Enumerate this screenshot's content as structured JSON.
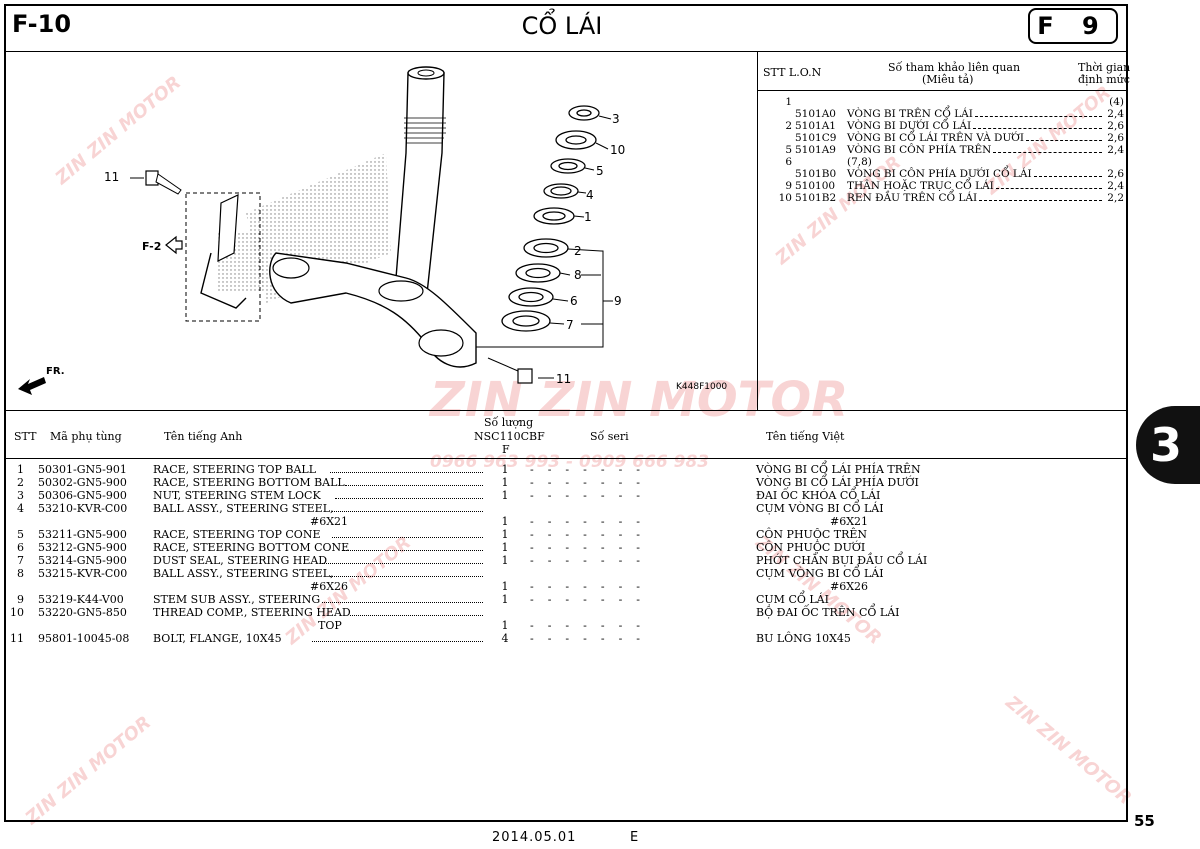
{
  "header": {
    "code_left": "F-10",
    "title": "CỔ LÁI",
    "code_right": "F 9"
  },
  "diagram": {
    "labels": [
      "11",
      "3",
      "10",
      "5",
      "4",
      "1",
      "2",
      "8",
      "6",
      "9",
      "7",
      "11"
    ],
    "ref_arrow": "F-2",
    "front_arrow": "FR.",
    "drawing_code": "K448F1000"
  },
  "reference": {
    "headers": {
      "stt_lon": "STT  L.O.N",
      "related": "Số tham khảo liên quan",
      "related_sub": "(Miêu tả)",
      "time": "Thời gian",
      "time_sub": "định mức"
    },
    "rows": [
      {
        "stt": "1",
        "lon": "",
        "desc": "",
        "time": "(4)"
      },
      {
        "stt": "",
        "lon": "5101A0",
        "desc": "VÒNG BI TRÊN CỔ LÁI",
        "time": "2,4"
      },
      {
        "stt": "2",
        "lon": "5101A1",
        "desc": "VÒNG BI DƯỚI CỔ LÁI",
        "time": "2,6"
      },
      {
        "stt": "",
        "lon": "5101C9",
        "desc": "VÒNG BI CỔ LÁI TRÊN VÀ DƯỚI",
        "time": "2,6"
      },
      {
        "stt": "5",
        "lon": "5101A9",
        "desc": "VÒNG BI CÔN PHÍA TRÊN",
        "time": "2,4"
      },
      {
        "stt": "6",
        "lon": "",
        "desc": "(7,8)",
        "time": ""
      },
      {
        "stt": "",
        "lon": "5101B0",
        "desc": "VÒNG BI CÔN PHÍA DƯỚI CỔ LÁI",
        "time": "2,6"
      },
      {
        "stt": "9",
        "lon": "510100",
        "desc": "THÂN HOẶC TRỤC CỔ LÁI",
        "time": "2,4"
      },
      {
        "stt": "10",
        "lon": "5101B2",
        "desc": "REN ĐẦU TRÊN CỔ LÁI",
        "time": "2,2"
      }
    ]
  },
  "parts_header": {
    "stt": "STT",
    "part_no": "Mã phụ tùng",
    "name_en": "Tên tiếng Anh",
    "qty": "Số lượng",
    "model": "NSC110CBF",
    "type": "F",
    "serial": "Số seri",
    "name_vn": "Tên tiếng Việt"
  },
  "parts": [
    {
      "stt": "1",
      "no": "50301-GN5-901",
      "en": "RACE, STEERING TOP BALL",
      "qty": "1",
      "vn": "VÒNG BI CỔ LÁI PHÍA TRÊN"
    },
    {
      "stt": "2",
      "no": "50302-GN5-900",
      "en": "RACE, STEERING BOTTOM BALL",
      "qty": "1",
      "vn": "VÒNG BI CỔ LÁI PHÍA DƯỚI"
    },
    {
      "stt": "3",
      "no": "50306-GN5-900",
      "en": "NUT, STEERING STEM LOCK",
      "qty": "1",
      "vn": "ĐAI ỐC KHÓA CỔ LÁI"
    },
    {
      "stt": "4",
      "no": "53210-KVR-C00",
      "en": "BALL ASSY., STEERING STEEL,",
      "qty": "",
      "vn": "CỤM VÒNG BI CỔ LÁI"
    },
    {
      "stt": "",
      "no": "",
      "en": "#6X21",
      "qty": "1",
      "vn": "#6X21"
    },
    {
      "stt": "5",
      "no": "53211-GN5-900",
      "en": "RACE, STEERING TOP CONE",
      "qty": "1",
      "vn": "CÔN PHUỘC TRÊN"
    },
    {
      "stt": "6",
      "no": "53212-GN5-900",
      "en": "RACE, STEERING BOTTOM CONE",
      "qty": "1",
      "vn": "CÔN PHUỘC DƯỚI"
    },
    {
      "stt": "7",
      "no": "53214-GN5-900",
      "en": "DUST SEAL, STEERING HEAD",
      "qty": "1",
      "vn": "PHỚT CHẮN BỤI ĐẦU CỔ LÁI"
    },
    {
      "stt": "8",
      "no": "53215-KVR-C00",
      "en": "BALL ASSY., STEERING STEEL,",
      "qty": "",
      "vn": "CỤM VÒNG BI CỔ LÁI"
    },
    {
      "stt": "",
      "no": "",
      "en": "#6X26",
      "qty": "1",
      "vn": "#6X26"
    },
    {
      "stt": "9",
      "no": "53219-K44-V00",
      "en": "STEM SUB ASSY., STEERING",
      "qty": "1",
      "vn": "CỤM CỔ LÁI"
    },
    {
      "stt": "10",
      "no": "53220-GN5-850",
      "en": "THREAD COMP., STEERING HEAD",
      "qty": "",
      "vn": "BỘ ĐAI ỐC TRÊN CỔ LÁI"
    },
    {
      "stt": "",
      "no": "",
      "en": "TOP",
      "qty": "1",
      "vn": ""
    },
    {
      "stt": "11",
      "no": "95801-10045-08",
      "en": "BOLT, FLANGE, 10X45",
      "qty": "4",
      "vn": "BU LÔNG 10X45"
    }
  ],
  "side_tab": "3",
  "page_number": "55",
  "footer": {
    "date": "2014.05.01",
    "edition": "E"
  },
  "watermark": {
    "brand": "ZIN ZIN MOTOR",
    "phone": "0966 963 993 - 0909 666 983"
  }
}
